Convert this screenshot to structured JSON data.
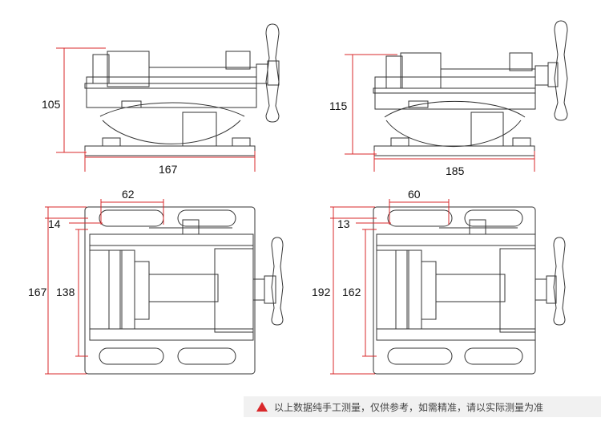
{
  "diagrams": {
    "side_small": {
      "height": "105",
      "length": "167"
    },
    "side_large": {
      "height": "115",
      "length": "185"
    },
    "top_small": {
      "jaw": "62",
      "offset": "14",
      "outer": "167",
      "inner": "138"
    },
    "top_large": {
      "jaw": "60",
      "offset": "13",
      "outer": "192",
      "inner": "162"
    }
  },
  "footer": {
    "note": "以上数据纯手工测量，仅供参考，如需精准，请以实际测量为准"
  },
  "colors": {
    "dimension_line": "#d9282b",
    "drawing_line": "#333333",
    "warning": "#d9282b",
    "footer_bg": "#f1f1f1"
  },
  "icons": {
    "footer_icon": "warning-triangle-icon"
  }
}
